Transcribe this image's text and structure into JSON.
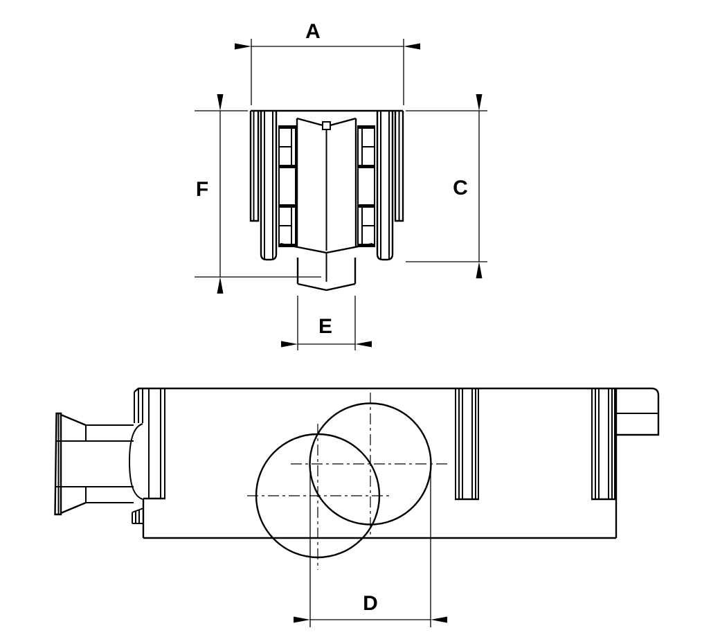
{
  "diagram": {
    "dimension_labels": {
      "A": "A",
      "C": "C",
      "D": "D",
      "E": "E",
      "F": "F"
    },
    "colors": {
      "line_color": "#000000",
      "background": "#ffffff"
    }
  }
}
